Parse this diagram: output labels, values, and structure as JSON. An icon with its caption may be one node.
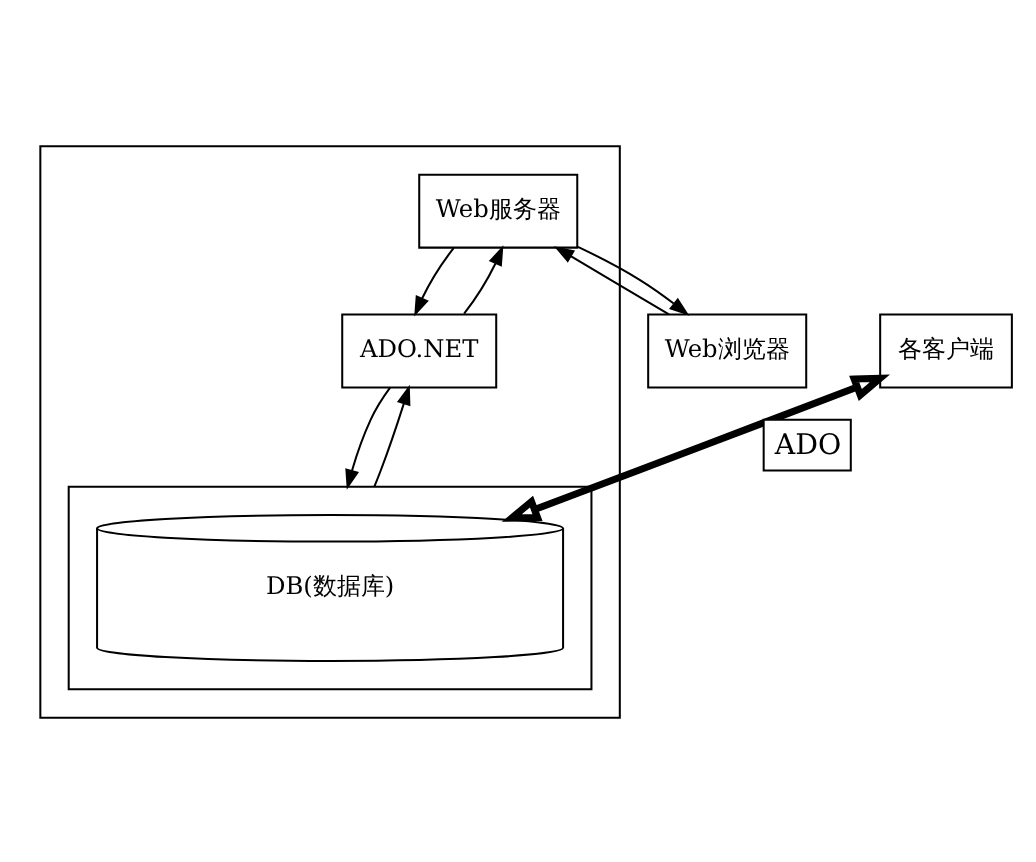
{
  "diagram": {
    "nodes": [
      {
        "text": [
          "Web浏览器"
        ]
      },
      {
        "text": [
          "各客户端"
        ]
      },
      {
        "text": [],
        "shape": "box"
      },
      {
        "text": [
          "Web服务器"
        ],
        "in": 2
      },
      {
        "text": [
          "ADO.NET"
        ],
        "in": 2
      },
      {
        "text": [],
        "shape": "box",
        "in": 2
      },
      {
        "text": [
          "DB(数据库)"
        ],
        "in": 5
      }
    ],
    "edges": [
      {
        "from": 0,
        "to": 3,
        "arrow": "to"
      },
      {
        "from": 3,
        "to": 0,
        "arrow": "to"
      },
      {
        "from": 3,
        "to": 4,
        "arrow": "to"
      },
      {
        "from": 4,
        "to": 3,
        "arrow": "to"
      },
      {
        "from": 4,
        "to": 5,
        "arrow": "to"
      },
      {
        "from": 5,
        "to": 4,
        "arrow": "to"
      },
      {
        "from": 1,
        "to": 6,
        "arrow": "both",
        "label": "ADO",
        "style": "thick"
      }
    ]
  }
}
